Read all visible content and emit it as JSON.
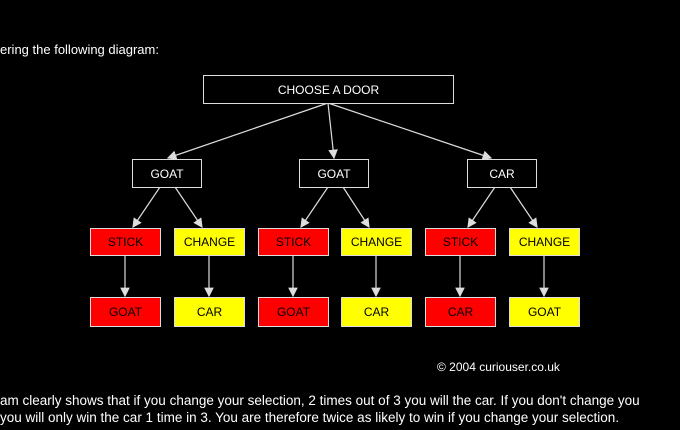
{
  "intro": "ering the following diagram:",
  "diagram": {
    "root": "CHOOSE A DOOR",
    "level2": [
      "GOAT",
      "GOAT",
      "CAR"
    ],
    "choices": [
      "STICK",
      "CHANGE",
      "STICK",
      "CHANGE",
      "STICK",
      "CHANGE"
    ],
    "outcomes": [
      "GOAT",
      "CAR",
      "GOAT",
      "CAR",
      "CAR",
      "GOAT"
    ],
    "colors": {
      "stick": "#ff0000",
      "change": "#ffff00"
    }
  },
  "copyright": "© 2004 curiouser.co.uk",
  "conclusion": [
    "am clearly shows that if you change your selection, 2 times out of 3 you will the car. If you don't change you",
    "you will only win the car 1 time in 3. You are therefore twice as likely to win if you change your selection."
  ]
}
